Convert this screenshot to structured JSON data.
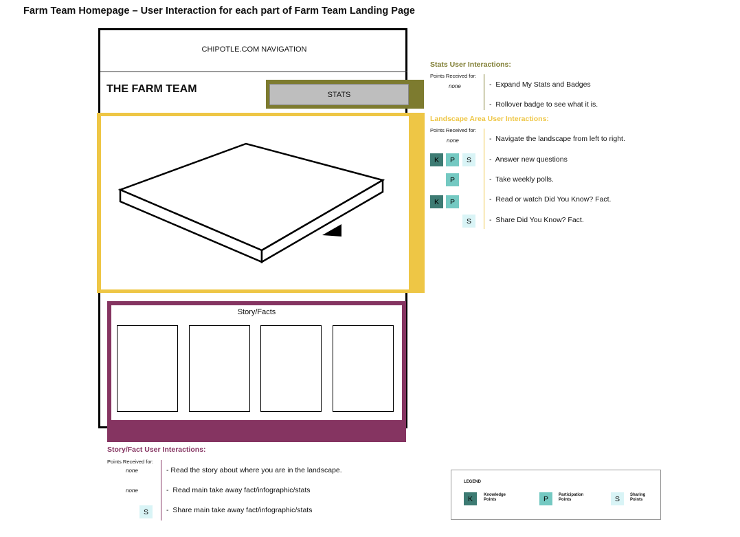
{
  "title": "Farm Team Homepage – User Interaction for each part of Farm Team Landing Page",
  "colors": {
    "stats": "#7d7b2f",
    "landscape": "#eec645",
    "story": "#853461",
    "knowledge": "#3d7b73",
    "participation": "#74c9c2",
    "sharing": "#d9f4f6"
  },
  "mockup": {
    "nav": "CHIPOTLE.COM NAVIGATION",
    "farm_title": "THE FARM TEAM",
    "stats_button": "STATS",
    "story_title": "Story/Facts"
  },
  "stats_section": {
    "title": "Stats User Interactions:",
    "points_label": "Points Received for:",
    "none": "none",
    "items": [
      "Expand My Stats and Badges",
      "Rollover badge to see what it is."
    ]
  },
  "landscape_section": {
    "title": "Landscape Area User Interactions:",
    "points_label": "Points Received for:",
    "none": "none",
    "items": [
      {
        "text": "Navigate the landscape from left to right.",
        "badges": []
      },
      {
        "text": "Answer new questions",
        "badges": [
          "K",
          "P",
          "S"
        ]
      },
      {
        "text": "Take weekly polls.",
        "badges": [
          "P"
        ]
      },
      {
        "text": "Read or watch Did You Know? Fact.",
        "badges": [
          "K",
          "P"
        ]
      },
      {
        "text": "Share Did You Know? Fact.",
        "badges": [
          "S"
        ]
      }
    ]
  },
  "story_section": {
    "title": "Story/Fact User Interactions:",
    "points_label": "Points Received for:",
    "none1": "none",
    "none2": "none",
    "items": [
      "Read the story about where you are in the landscape.",
      "Read main take away fact/infographic/stats",
      "Share main take away fact/infographic/stats"
    ],
    "badge": "S"
  },
  "legend": {
    "title": "LEGEND",
    "k": "K",
    "k_label1": "Knowledge",
    "k_label2": "Points",
    "p": "P",
    "p_label1": "Participation",
    "p_label2": "Points",
    "s": "S",
    "s_label1": "Sharing",
    "s_label2": "Points"
  },
  "dash": "-"
}
